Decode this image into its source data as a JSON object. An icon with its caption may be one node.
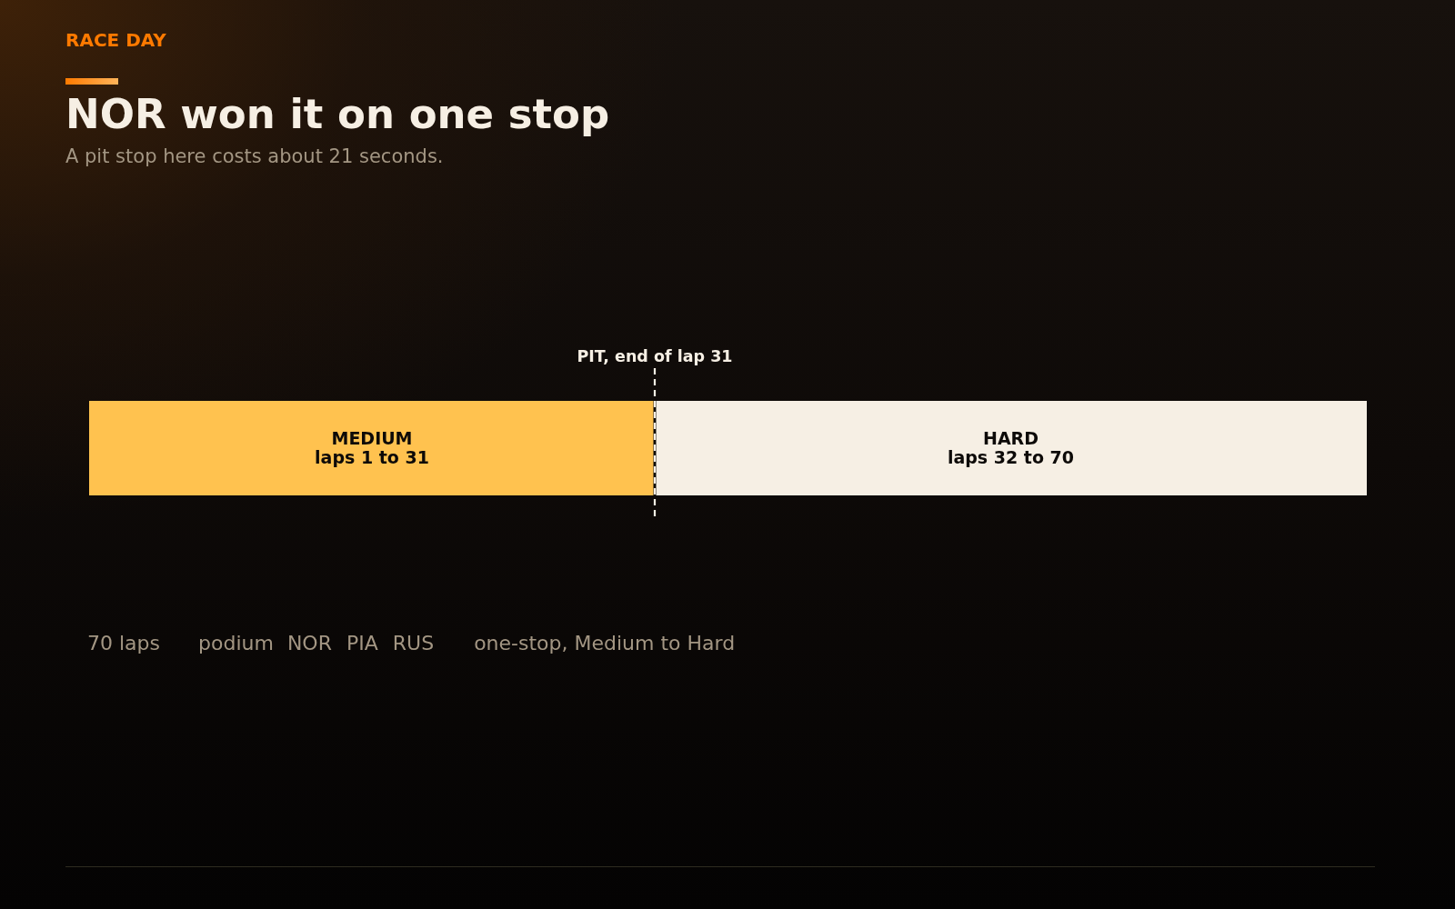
{
  "diagram": {
    "title": "NOR won it on one stop",
    "nodes": [
      {
        "text": [
          "MEDIUM",
          "laps 1 to 31"
        ]
      },
      {
        "text": [
          "HARD",
          "laps 32 to 70"
        ]
      }
    ],
    "labels": [
      "RACE DAY",
      "A pit stop here costs about 21 seconds.",
      "PIT, end of lap 31",
      "70 laps",
      "podium",
      "NOR",
      "PIA",
      "RUS",
      "one-stop, Medium to Hard"
    ]
  }
}
